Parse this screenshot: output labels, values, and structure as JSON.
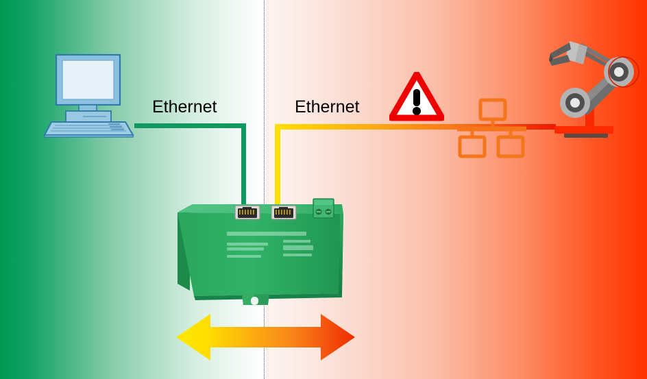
{
  "diagram": {
    "title": "Ethernet security appliance separating office network from industrial network",
    "divider": {
      "name": "network-boundary-divider",
      "style": "dotted",
      "color": "#6b6b6b"
    },
    "zones": [
      {
        "id": "trusted",
        "name": "office-network-zone",
        "side": "left",
        "color_start": "#009952",
        "color_end": "#ffffff"
      },
      {
        "id": "untrusted",
        "name": "industrial-network-zone",
        "side": "right",
        "color_start": "#fdf5f2",
        "color_end": "#ff3300"
      }
    ],
    "labels": {
      "ethernet_left": "Ethernet",
      "ethernet_right": "Ethernet"
    },
    "cables": {
      "green": {
        "name": "ethernet-cable-trusted",
        "color": "#0f9960"
      },
      "yellow": {
        "name": "ethernet-cable-untrusted",
        "color_start": "#ffe000",
        "color_end": "#ee1c00"
      }
    },
    "nodes": [
      {
        "id": "computer",
        "name": "desktop-computer",
        "side": "left",
        "colors": {
          "body": "#8fc1e0",
          "screen": "#e4f0f8",
          "outline": "#2f7aa8"
        }
      },
      {
        "id": "device",
        "name": "ethernet-security-module",
        "side": "center",
        "colors": {
          "front": "#2ca85f",
          "top": "#4cc07c",
          "shadow": "#1d8a4a"
        },
        "ports": [
          {
            "name": "rj45-port-trusted",
            "type": "rj45"
          },
          {
            "name": "rj45-port-untrusted",
            "type": "rj45"
          },
          {
            "name": "power-terminal-block",
            "type": "screw-terminal"
          }
        ],
        "mount": "din-rail-clip"
      },
      {
        "id": "warning",
        "name": "warning-triangle",
        "side": "right",
        "glyph": "!",
        "colors": {
          "border": "#ee0000",
          "fill": "#ffffff",
          "mark": "#000000"
        }
      },
      {
        "id": "network",
        "name": "network-topology-icon",
        "side": "right",
        "color": "#f5751a"
      },
      {
        "id": "robot",
        "name": "industrial-robot-arm",
        "side": "right",
        "colors": {
          "arm": "#6e6e6e",
          "joint": "#b3b3b3",
          "base": "#ff2a00",
          "plinth": "#5c4a44"
        }
      }
    ],
    "arrow": {
      "name": "bidirectional-protection-arrow",
      "direction": "both",
      "color_start": "#ffe800",
      "color_end": "#f03a05"
    }
  }
}
